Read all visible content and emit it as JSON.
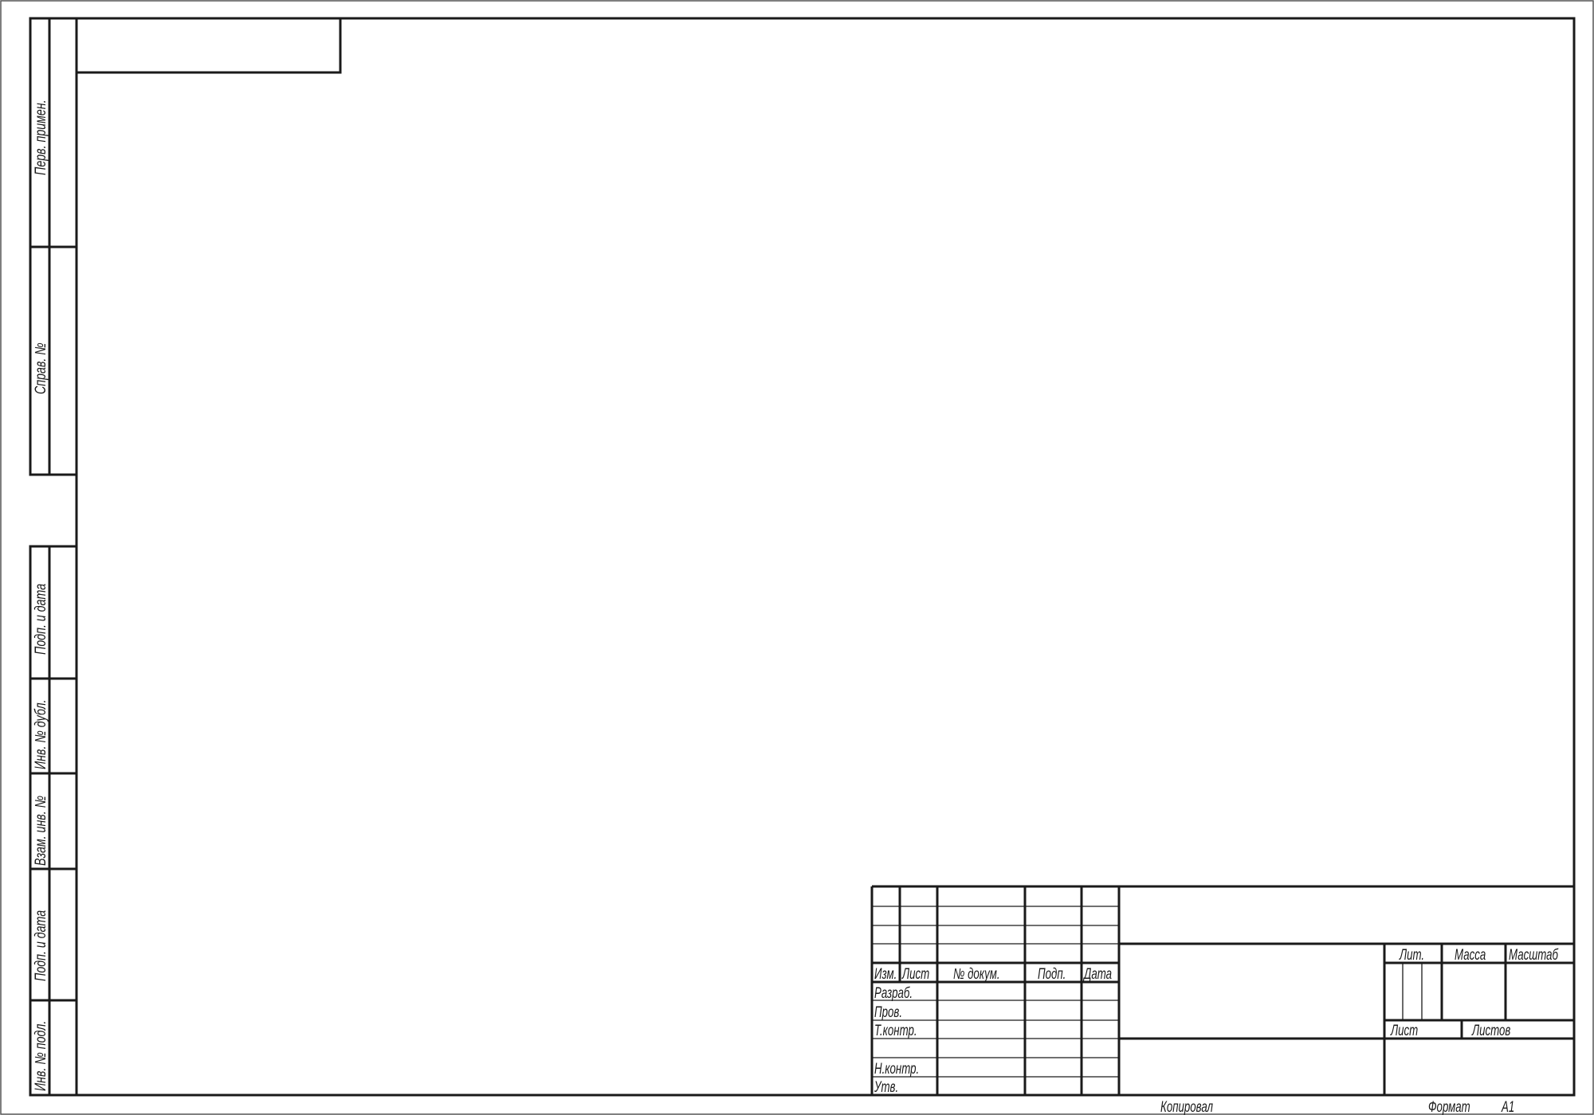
{
  "side_strip": {
    "perv_primen": "Перв. примен.",
    "sprav_no": "Справ. №",
    "podp_data_1": "Подп. и дата",
    "inv_dubl": "Инв. № дубл.",
    "vzam_inv": "Взам. инв. №",
    "podp_data_2": "Подп. и дата",
    "inv_podl": "Инв. № подл."
  },
  "title_block": {
    "headers": {
      "izm": "Изм.",
      "list": "Лист",
      "no_dokum": "№ докум.",
      "podp": "Подп.",
      "data": "Дата"
    },
    "roles": {
      "razrab": "Разраб.",
      "prov": "Пров.",
      "tkontr": "Т.контр.",
      "nkontr": "Н.контр.",
      "utv": "Утв."
    },
    "lit": "Лит.",
    "massa": "Масса",
    "masshtab": "Масштаб",
    "list": "Лист",
    "listov": "Листов"
  },
  "footer": {
    "kopiroval": "Копировал",
    "format_label": "Формат",
    "format_value": "A1"
  }
}
